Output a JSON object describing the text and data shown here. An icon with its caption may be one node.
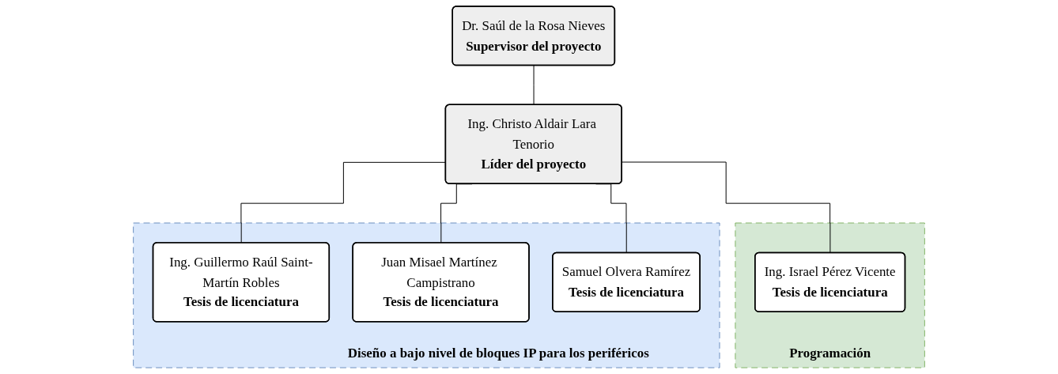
{
  "diagram": {
    "nodes": [
      {
        "text": [
          "Dr. Saúl de la Rosa Nieves",
          "Supervisor del proyecto"
        ]
      },
      {
        "text": [
          "Ing. Christo Aldair Lara Tenorio",
          "Líder del proyecto"
        ]
      },
      {
        "text": [
          "Programación"
        ]
      },
      {
        "text": [
          "Ing. Israel Pérez Vicente",
          "Tesis de licenciatura"
        ],
        "in": 2
      },
      {
        "text": [
          "Diseño a bajo nivel de bloques IP para los periféricos"
        ]
      },
      {
        "text": [
          "Ing. Guillermo Raúl Saint-Martín Robles",
          "Tesis de licenciatura"
        ],
        "in": 4
      },
      {
        "text": [
          "Juan Misael Martínez Campistrano",
          "Tesis de licenciatura"
        ],
        "in": 4
      },
      {
        "text": [
          "Samuel Olvera Ramírez",
          "Tesis de licenciatura"
        ],
        "in": 4
      }
    ],
    "edges": [
      {
        "from": 0,
        "to": 1,
        "arrow": "none"
      },
      {
        "from": 1,
        "to": 3,
        "arrow": "none"
      },
      {
        "from": 1,
        "to": 5,
        "arrow": "none"
      },
      {
        "from": 1,
        "to": 6,
        "arrow": "none"
      },
      {
        "from": 1,
        "to": 7,
        "arrow": "none"
      }
    ]
  }
}
